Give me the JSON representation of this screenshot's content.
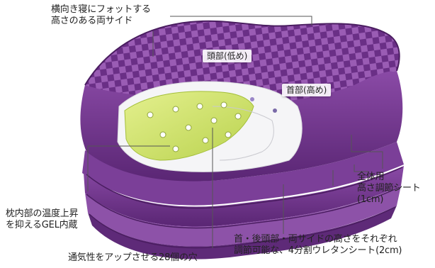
{
  "labels": {
    "side_fit_line1": "横向き寝にフォットする",
    "side_fit_line2": "高さのある両サイド",
    "head_low": "頭部(低め)",
    "neck_high": "首部(高め)",
    "full_sheet_line1": "全体用",
    "full_sheet_line2": "高さ調節シート",
    "full_sheet_line3": "(1cm)",
    "gel_line1": "枕内部の温度上昇",
    "gel_line2": "を抑えるGEL内蔵",
    "adjust_line1": "首・後頭部・両サイドの高さをそれぞれ",
    "adjust_line2": "調節可能な、4分割ウレタンシート(2cm)",
    "holes": "通気性をアップさせる28個の穴"
  },
  "colors": {
    "pillow_purple": "#7a3f96",
    "pillow_dark": "#4f2167",
    "pillow_light": "#a066b8",
    "gel_green": "#d4e67a",
    "foam_white": "#f6f6f6",
    "leader_line": "#555555"
  }
}
